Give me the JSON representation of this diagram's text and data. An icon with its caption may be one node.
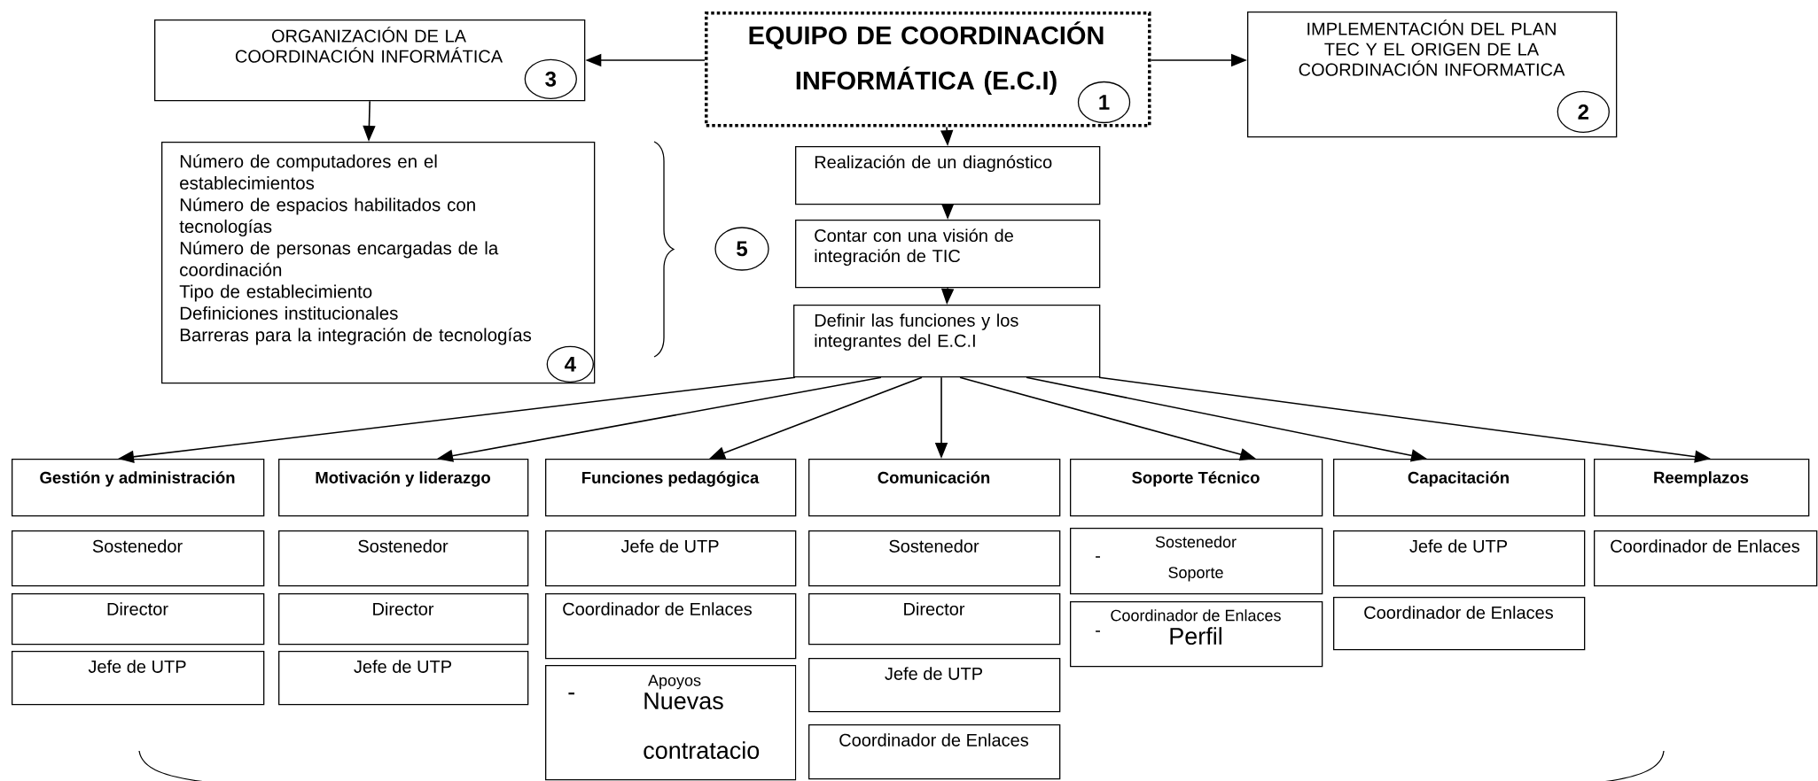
{
  "diagram": {
    "nodes": [
      {
        "text": [
          "ORGANIZACIÓN DE LA COORDINACIÓN INFORMÁTICA"
        ]
      },
      {
        "text": [
          "3"
        ],
        "in": 0
      },
      {
        "text": [
          "EQUIPO DE COORDINACIÓN INFORMÁTICA (E.C.I)"
        ]
      },
      {
        "text": [
          "1"
        ],
        "in": 2
      },
      {
        "text": [
          "IMPLEMENTACIÓN DEL PLAN TEC Y EL ORIGEN DE LA COORDINACIÓN INFORMATICA"
        ]
      },
      {
        "text": [
          "2"
        ],
        "in": 4
      },
      {
        "text": [
          "Número de computadores en el establecimientos",
          "Número de espacios habilitados con tecnologías",
          "Número de personas encargadas de la coordinación",
          "Tipo de establecimiento",
          "Definiciones institucionales",
          "Barreras para la integración de tecnologías"
        ]
      },
      {
        "text": [
          "4"
        ],
        "in": 6
      },
      {
        "text": [
          "5"
        ]
      },
      {
        "text": [
          "Realización de un diagnóstico"
        ]
      },
      {
        "text": [
          "Contar con una visión de integración de TIC"
        ]
      },
      {
        "text": [
          "Definir las funciones y los integrantes del E.C.I"
        ]
      },
      {
        "text": [
          "Gestión y administración"
        ]
      },
      {
        "text": [
          "Motivación y liderazgo"
        ]
      },
      {
        "text": [
          "Funciones pedagógica"
        ]
      },
      {
        "text": [
          "Comunicación"
        ]
      },
      {
        "text": [
          "Soporte Técnico"
        ]
      },
      {
        "text": [
          "Capacitación"
        ]
      },
      {
        "text": [
          "Reemplazos"
        ]
      },
      {
        "text": [
          "Sostenedor"
        ]
      },
      {
        "text": [
          "Director"
        ]
      },
      {
        "text": [
          "Jefe de UTP"
        ]
      },
      {
        "text": [
          "Sostenedor"
        ]
      },
      {
        "text": [
          "Director"
        ]
      },
      {
        "text": [
          "Jefe de UTP"
        ]
      },
      {
        "text": [
          "Jefe de UTP"
        ]
      },
      {
        "text": [
          "Coordinador de Enlaces"
        ]
      },
      {
        "text": [
          "Apoyos",
          "-",
          "Nuevas contratacio"
        ]
      },
      {
        "text": [
          "Sostenedor"
        ]
      },
      {
        "text": [
          "Director"
        ]
      },
      {
        "text": [
          "Jefe de UTP"
        ]
      },
      {
        "text": [
          "Coordinador de Enlaces"
        ]
      },
      {
        "text": [
          "Sostenedor",
          "-",
          "Soporte"
        ]
      },
      {
        "text": [
          "Coordinador de Enlaces",
          "-",
          "Perfil"
        ]
      },
      {
        "text": [
          "Jefe de UTP"
        ]
      },
      {
        "text": [
          "Coordinador de Enlaces"
        ]
      },
      {
        "text": [
          "Coordinador de Enlaces"
        ]
      }
    ],
    "edges": [
      {
        "from": 2,
        "to": 0,
        "arrow": "to"
      },
      {
        "from": 2,
        "to": 4,
        "arrow": "to"
      },
      {
        "from": 2,
        "to": 9,
        "arrow": "to"
      },
      {
        "from": 9,
        "to": 10,
        "arrow": "to"
      },
      {
        "from": 10,
        "to": 11,
        "arrow": "to"
      },
      {
        "from": 0,
        "to": 6,
        "arrow": "to"
      },
      {
        "from": 11,
        "to": 12,
        "arrow": "to"
      },
      {
        "from": 11,
        "to": 13,
        "arrow": "to"
      },
      {
        "from": 11,
        "to": 14,
        "arrow": "to"
      },
      {
        "from": 11,
        "to": 15,
        "arrow": "to"
      },
      {
        "from": 11,
        "to": 16,
        "arrow": "to"
      },
      {
        "from": 11,
        "to": 17,
        "arrow": "to"
      },
      {
        "from": 11,
        "to": 18,
        "arrow": "to"
      }
    ]
  }
}
